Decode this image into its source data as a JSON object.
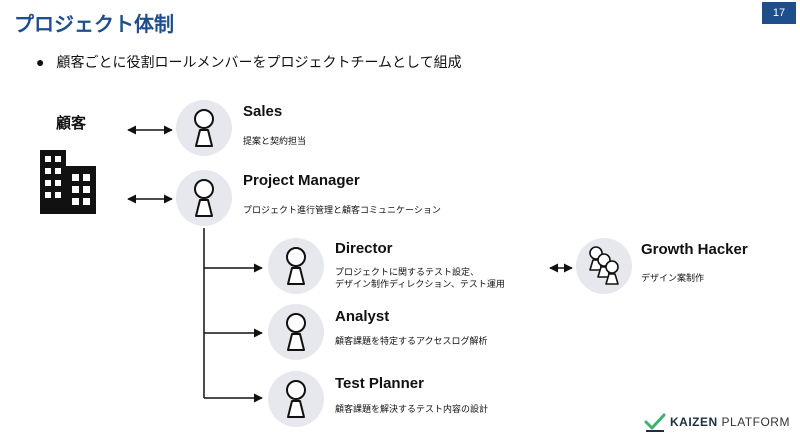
{
  "header": {
    "title": "プロジェクト体制",
    "page_number": "17"
  },
  "bullet": {
    "marker": "●",
    "text": "顧客ごとに役割ロールメンバーをプロジェクトチームとして組成"
  },
  "customer": {
    "label": "顧客"
  },
  "roles": [
    {
      "name": "Sales",
      "desc": [
        "提案と契約担当"
      ]
    },
    {
      "name": "Project Manager",
      "desc": [
        "プロジェクト進行管理と顧客コミュニケーション"
      ]
    },
    {
      "name": "Director",
      "desc": [
        "プロジェクトに関するテスト設定、",
        "デザイン制作ディレクション、テスト運用"
      ]
    },
    {
      "name": "Analyst",
      "desc": [
        "顧客課題を特定するアクセスログ解析"
      ]
    },
    {
      "name": "Test Planner",
      "desc": [
        "顧客課題を解決するテスト内容の設計"
      ]
    },
    {
      "name": "Growth Hacker",
      "desc": [
        "デザイン案制作"
      ]
    }
  ],
  "logo": {
    "brand_bold": "KAIZEN",
    "brand_rest": "PLATFORM"
  },
  "colors": {
    "title": "#1f4e8c",
    "avatar_bg": "#e6e8ee",
    "logo_check": "#3cb371"
  }
}
